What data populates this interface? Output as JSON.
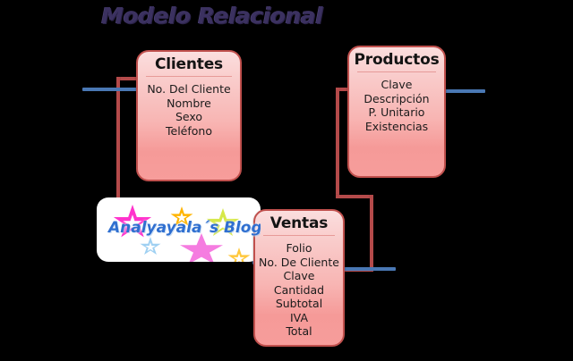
{
  "page": {
    "title": "Modelo Relacional",
    "background_color": "#000000",
    "title_color": "#3b3160"
  },
  "entities": [
    {
      "id": "clientes",
      "name": "Clientes",
      "fields": [
        "No. Del Cliente",
        "Nombre",
        "Sexo",
        "Teléfono"
      ],
      "border_color": "#c0504d",
      "fill_top_color": "#fbdede",
      "fill_bottom_color": "#f79d9b"
    },
    {
      "id": "productos",
      "name": "Productos",
      "fields": [
        "Clave",
        "Descripción",
        "P. Unitario",
        "Existencias"
      ],
      "border_color": "#c0504d",
      "fill_top_color": "#fbdede",
      "fill_bottom_color": "#f79d9b"
    },
    {
      "id": "ventas",
      "name": "Ventas",
      "fields": [
        "Folio",
        "No. De Cliente",
        "Clave",
        "Cantidad",
        "Subtotal",
        "IVA",
        "Total"
      ],
      "border_color": "#c0504d",
      "fill_top_color": "#fbdede",
      "fill_bottom_color": "#f79d9b"
    }
  ],
  "relations": {
    "connector_color": "#b44a4a",
    "arrow_color": "#4a78b4",
    "links": [
      {
        "id": "clientes-ventas",
        "from_entity": "Clientes",
        "from_field": "No. Del Cliente",
        "to_entity": "Ventas",
        "to_field": "No. De Cliente"
      },
      {
        "id": "productos-ventas",
        "from_entity": "Productos",
        "from_field": "Clave",
        "to_entity": "Ventas",
        "to_field": "Clave"
      }
    ]
  },
  "watermark": {
    "text": "Analyayala´s Blog",
    "text_color": "#2f6fd0",
    "background_color": "#ffffff",
    "star_colors": [
      "#ff33cc",
      "#ffb400",
      "#d6e84a",
      "#9fd0f2",
      "#ff66cc",
      "#ffc83d"
    ]
  }
}
